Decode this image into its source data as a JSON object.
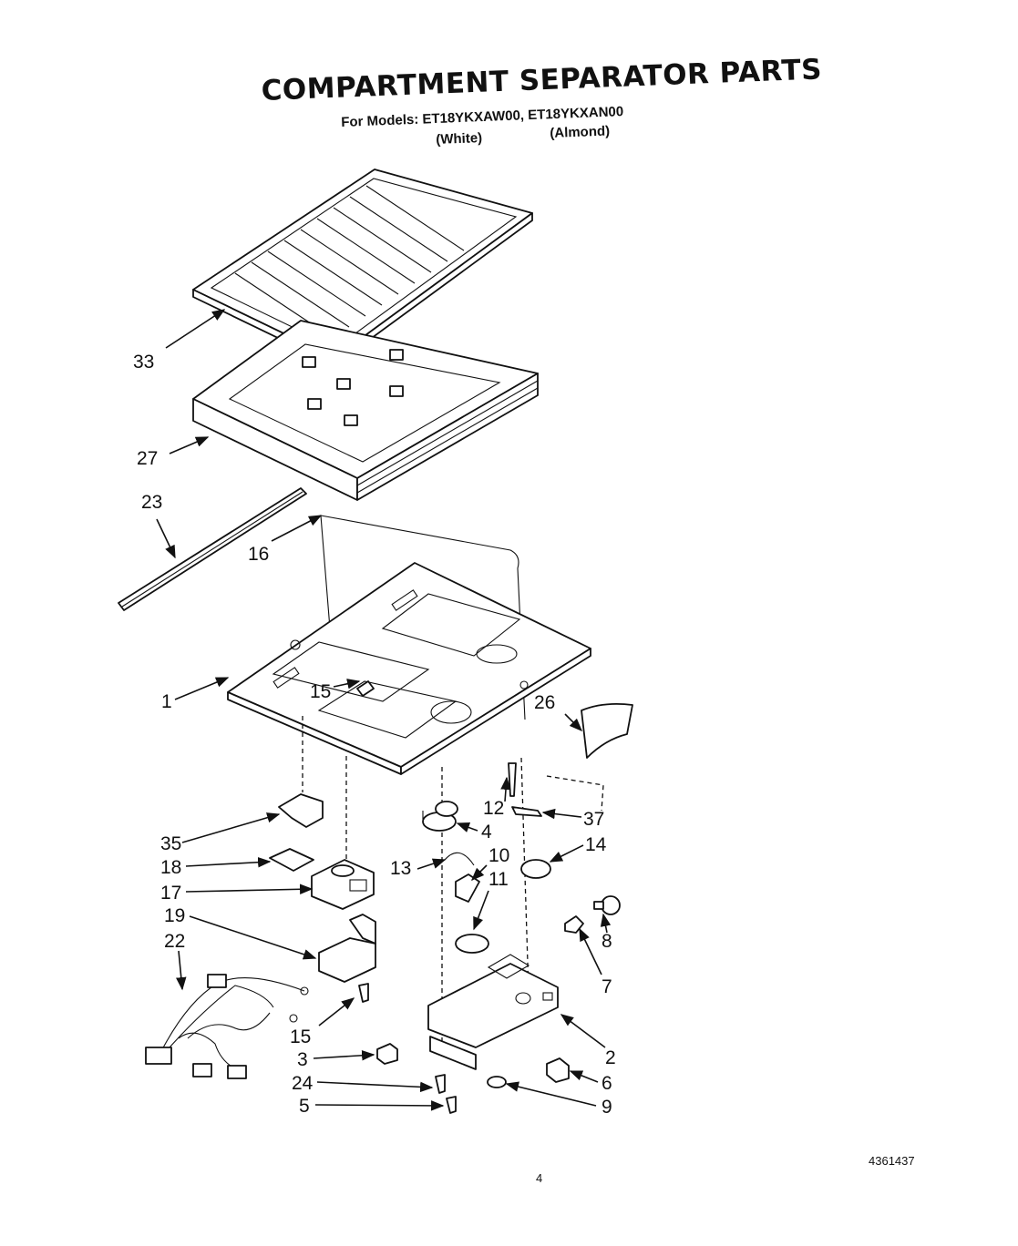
{
  "title": "COMPARTMENT SEPARATOR PARTS",
  "models_line": "For Models: ET18YKXAW00, ET18YKXAN00",
  "finishes": [
    "(White)",
    "(Almond)"
  ],
  "footer_code": "4361437",
  "page_number": "4",
  "callouts": [
    "33",
    "27",
    "23",
    "16",
    "15",
    "1",
    "26",
    "12",
    "37",
    "4",
    "35",
    "18",
    "13",
    "10",
    "14",
    "17",
    "11",
    "19",
    "8",
    "22",
    "7",
    "15",
    "2",
    "3",
    "6",
    "24",
    "5",
    "9"
  ]
}
